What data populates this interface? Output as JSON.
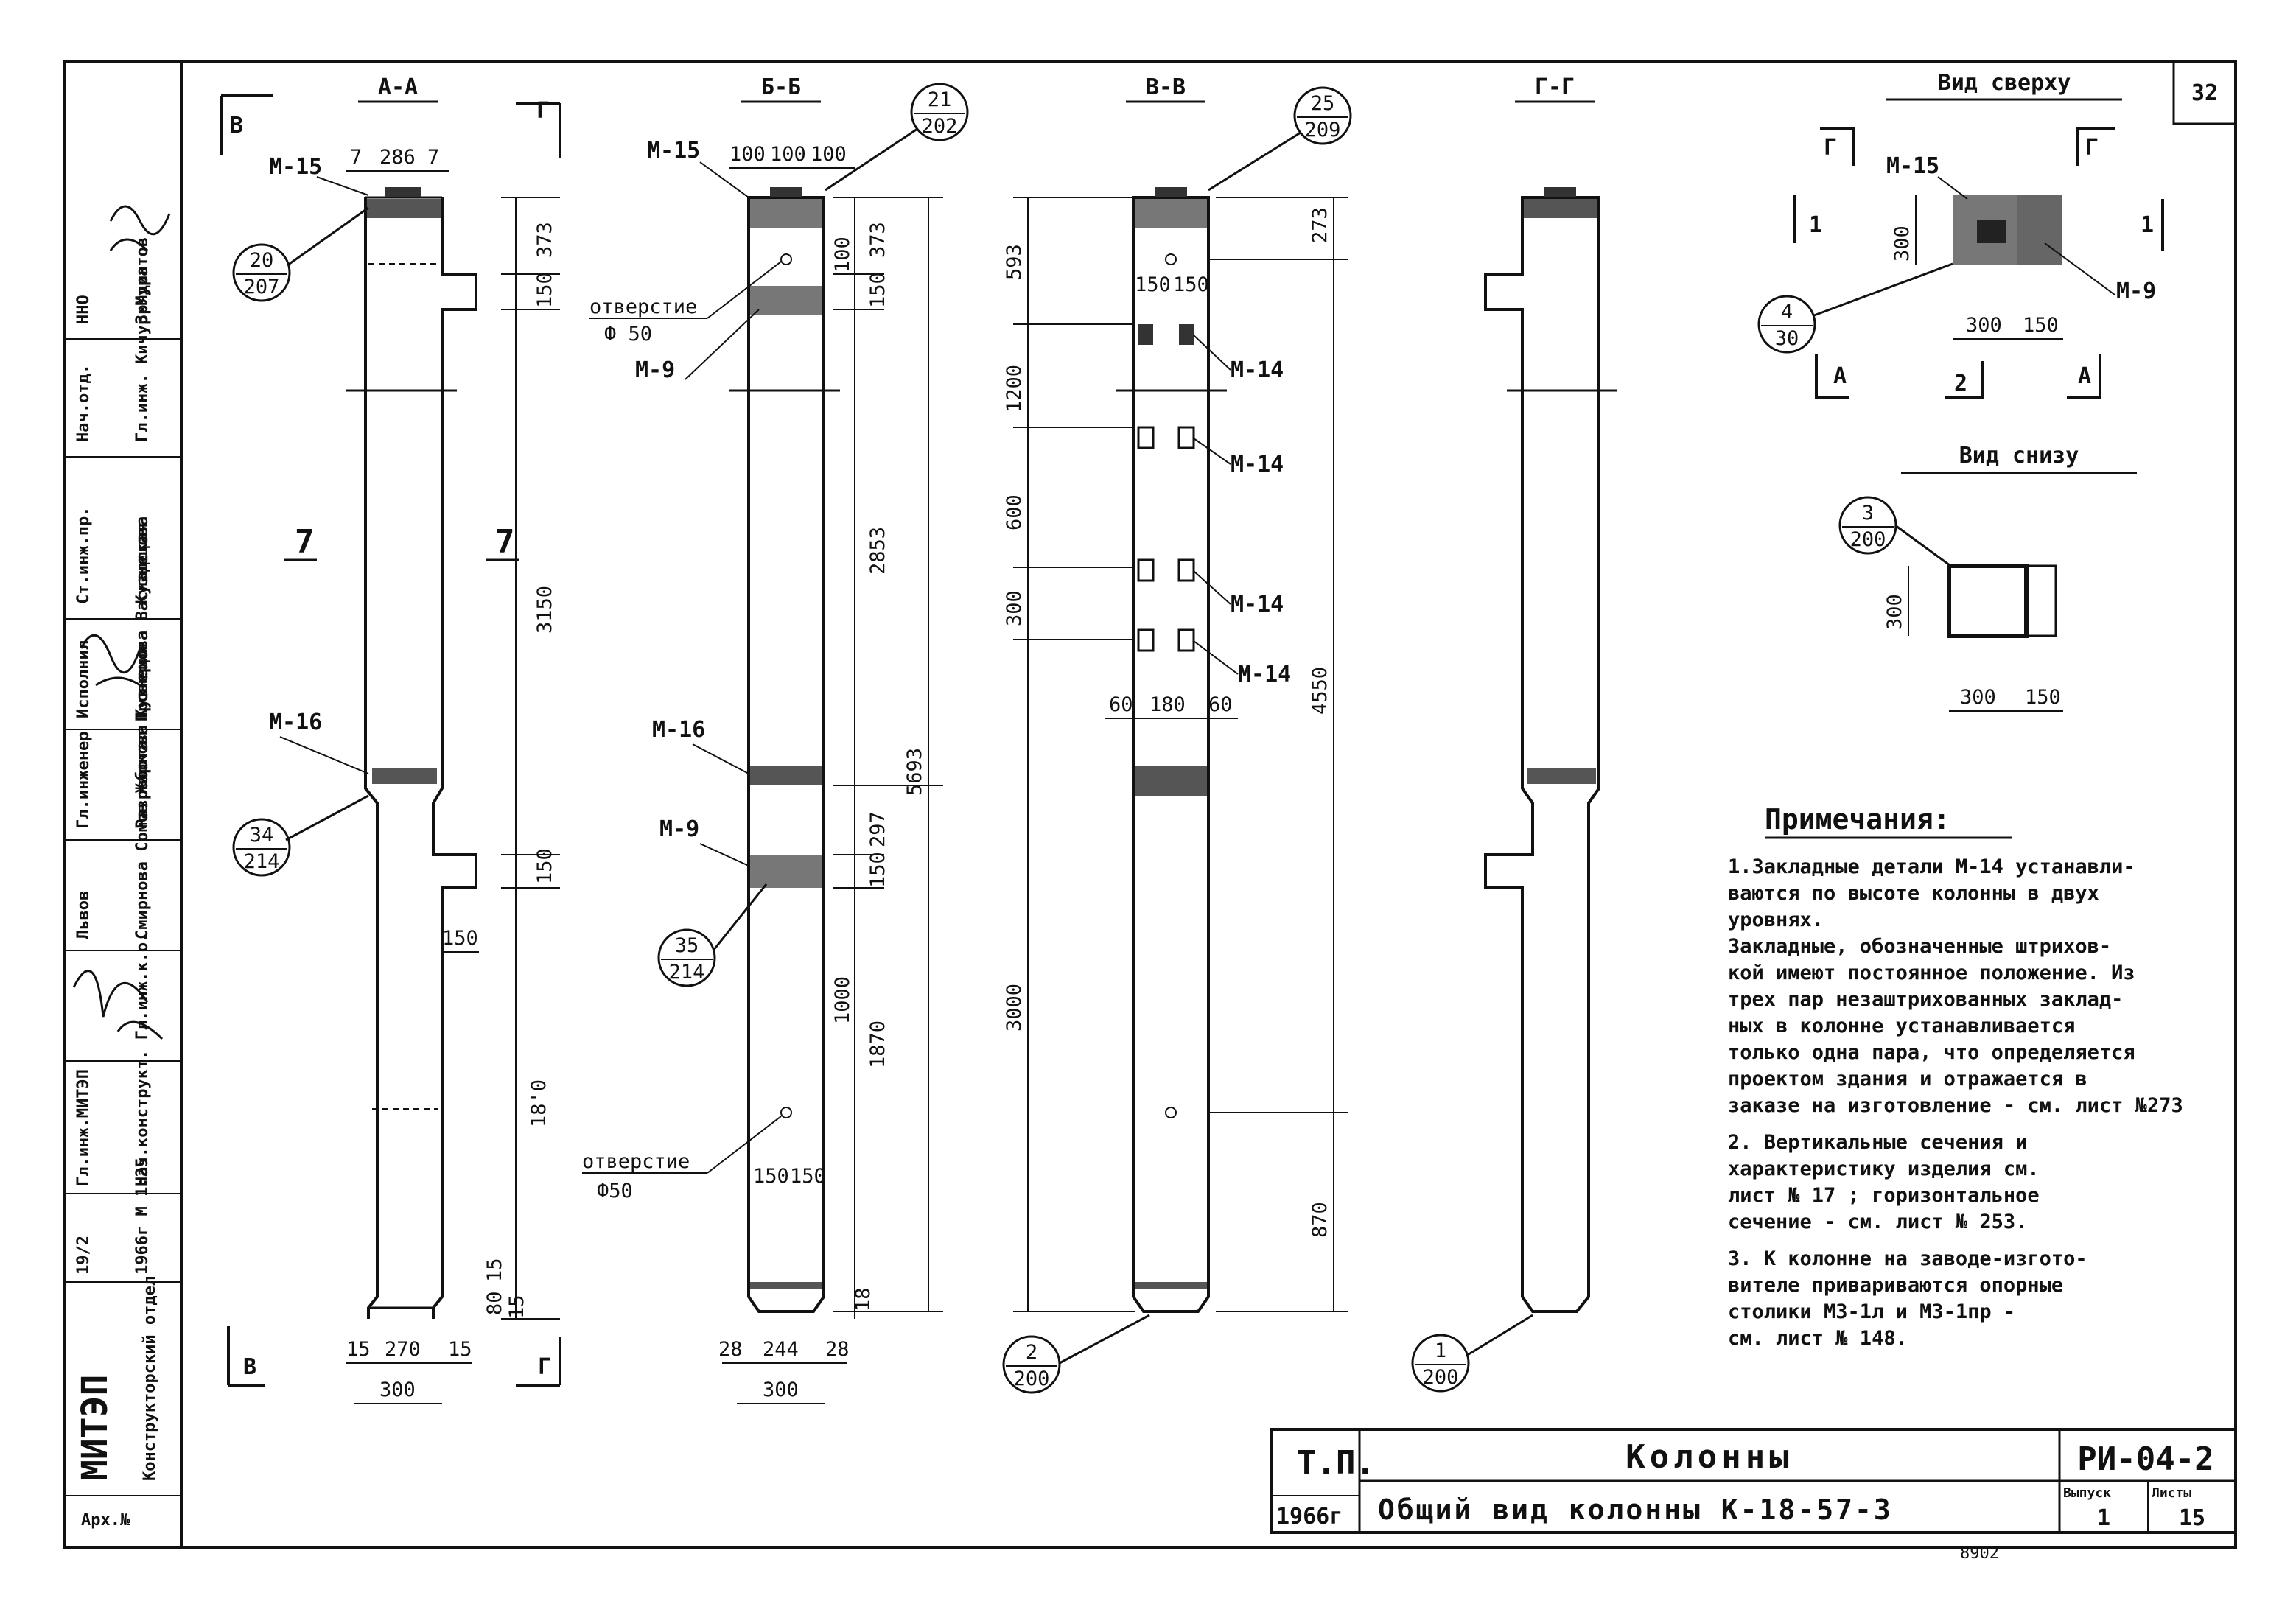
{
  "page_number": "32",
  "sections": {
    "aa": {
      "title": "А-А",
      "view_mark_left": "В",
      "view_mark_right": "Г",
      "side_label": "7",
      "callouts": [
        {
          "top": "20",
          "bottom": "207"
        },
        {
          "top": "34",
          "bottom": "214"
        }
      ],
      "parts": {
        "top": "М-15",
        "mid": "М-16"
      },
      "dims": {
        "top1": "7",
        "top2": "286",
        "top3": "7",
        "d373": "373",
        "d150a": "150",
        "d3150": "3150",
        "d150b": "150",
        "d150c": "150",
        "d18": "18'0",
        "d15a": "15",
        "d80": "80",
        "d15b": "15",
        "b15l": "15",
        "b270": "270",
        "b15r": "15",
        "b300": "300"
      }
    },
    "bb": {
      "title": "Б-Б",
      "callouts": [
        {
          "top": "21",
          "bottom": "202"
        },
        {
          "top": "35",
          "bottom": "214"
        }
      ],
      "parts": {
        "top": "М-15",
        "m9a": "М-9",
        "m16": "М-16",
        "m9b": "М-9"
      },
      "hole_labels": [
        "отверстие",
        "Ф 50",
        "отверстие",
        "Ф50"
      ],
      "dims": {
        "t1": "100",
        "t2": "100",
        "t3": "100",
        "d100": "100",
        "d373": "373",
        "d150a": "150",
        "d2853": "2853",
        "d297": "297",
        "d150b": "150",
        "d5693": "5693",
        "d1000": "1000",
        "d1870": "1870",
        "d150c": "150",
        "d150d": "150",
        "d18": "18",
        "b28l": "28",
        "b244": "244",
        "b28r": "28",
        "b300": "300"
      }
    },
    "vv": {
      "title": "В-В",
      "callouts": [
        {
          "top": "25",
          "bottom": "209"
        },
        {
          "top": "2",
          "bottom": "200"
        }
      ],
      "parts": [
        "М-14",
        "М-14",
        "М-14",
        "М-14"
      ],
      "dims": {
        "d593": "593",
        "d1200": "1200",
        "d600": "600",
        "d300": "300",
        "d3000": "3000",
        "d273": "273",
        "d4550": "4550",
        "d870": "870",
        "c150a": "150",
        "c150b": "150",
        "b60": "60",
        "b180": "180",
        "b60r": "60"
      }
    },
    "gg": {
      "title": "Г-Г",
      "callouts": [
        {
          "top": "1",
          "bottom": "200"
        }
      ]
    }
  },
  "top_view": {
    "title": "Вид сверху",
    "labels": {
      "g1": "Г",
      "g2": "Г",
      "one_l": "1",
      "one_r": "1",
      "two": "2",
      "a_l": "А",
      "a_r": "А"
    },
    "parts": {
      "m15": "М-15",
      "m9": "М-9"
    },
    "callout": {
      "top": "4",
      "bottom": "30"
    },
    "dims": {
      "d300v": "300",
      "d300h": "300",
      "d150": "150"
    }
  },
  "bottom_view": {
    "title": "Вид снизу",
    "callout": {
      "top": "3",
      "bottom": "200"
    },
    "dims": {
      "d300v": "300",
      "d300h": "300",
      "d150": "150"
    }
  },
  "notes": {
    "title": "Примечания:",
    "lines": [
      "1.Закладные детали М-14 устанавли-",
      "ваются по высоте колонны в двух",
      "уровнях.",
      "  Закладные, обозначенные штрихов-",
      "кой имеют постоянное положение. Из",
      "трех пар незаштрихованных заклад-",
      "ных в колонне устанавливается",
      "только одна пара, что определяется",
      "проектом здания и отражается в",
      "заказе на изготовление - см. лист №273",
      "2. Вертикальные сечения и",
      "характеристику изделия см.",
      "лист № 17 ; горизонтальное",
      "сечение - см. лист № 253.",
      "3. К колонне на заводе-изгото-",
      "вителе привариваются опорные",
      "столики МЗ-1л и МЗ-1пр -",
      "см. лист № 148."
    ]
  },
  "title_block": {
    "tp": "Т.П.",
    "year": "1966г",
    "name": "Колонны",
    "desc": "Общий вид колонны К-18-57-3",
    "code": "РИ-04-2",
    "vyp_label": "Выпуск",
    "vyp": "1",
    "list_label": "Листы",
    "list": "15",
    "under": "8902"
  },
  "side_stamp": {
    "rows": [
      {
        "role": "ННО",
        "names": "Зрядин"
      },
      {
        "role": "Нач.отд.",
        "names": "Гл.инж. Кичур-Муратов"
      },
      {
        "role": "Ст.инж.пр.",
        "names": "Кузнецова"
      },
      {
        "role": "Исполнил",
        "names": "Кузнецова Васнадская"
      },
      {
        "role": "Гл.инженер",
        "names": "Разработал Проверил"
      },
      {
        "role": "Львов",
        "names": "Смирнова Сомов Жаркова"
      },
      {
        "role": "Гл.инж.МИТЭП",
        "names": "Нач.конструкт. Гл.инж.к.о."
      },
      {
        "role": "19/2",
        "names": "1966г  М 1:25"
      },
      {
        "role": "МИТЭП",
        "names": "Конструкторский отдел"
      }
    ],
    "arch": "Арх.№"
  }
}
